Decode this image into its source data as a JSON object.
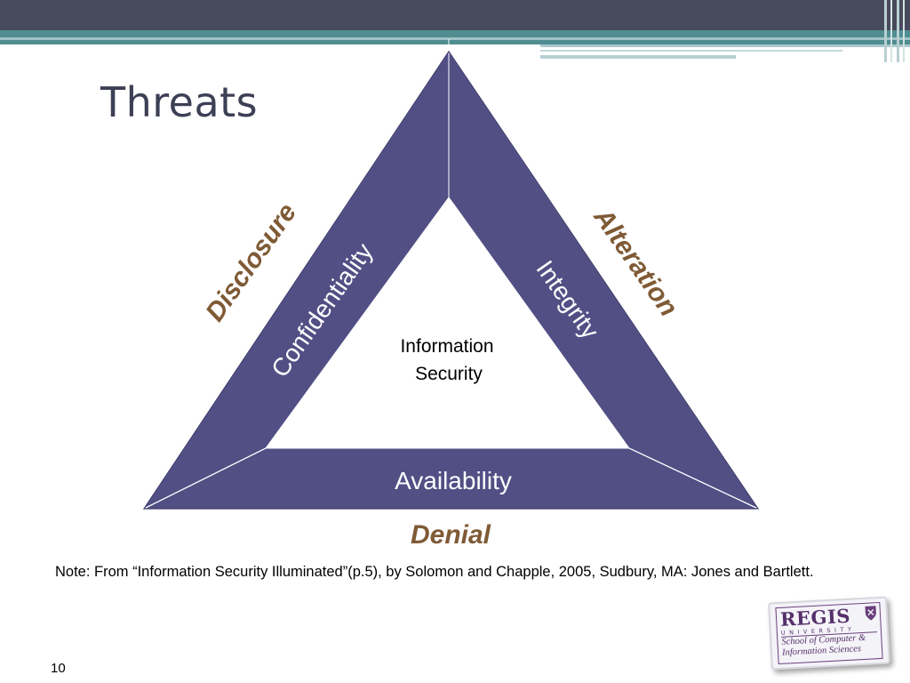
{
  "slide": {
    "title": "Threats",
    "page_number": "10"
  },
  "diagram": {
    "center_label_line1": "Information",
    "center_label_line2": "Security",
    "sides": {
      "left": {
        "property": "Confidentiality",
        "threat": "Disclosure"
      },
      "right": {
        "property": "Integrity",
        "threat": "Alteration"
      },
      "bottom": {
        "property": "Availability",
        "threat": "Denial"
      }
    },
    "colors": {
      "band": "#524f85",
      "threat_text": "#7f5a35",
      "property_text": "#ffffff"
    }
  },
  "note": "Note: From “Information Security Illuminated”(p.5), by Solomon and Chapple, 2005, Sudbury, MA: Jones and Bartlett.",
  "logo": {
    "wordmark": "REGIS",
    "subtitle": "UNIVERSITY",
    "line1": "School of Computer &",
    "line2": "Information Sciences"
  }
}
